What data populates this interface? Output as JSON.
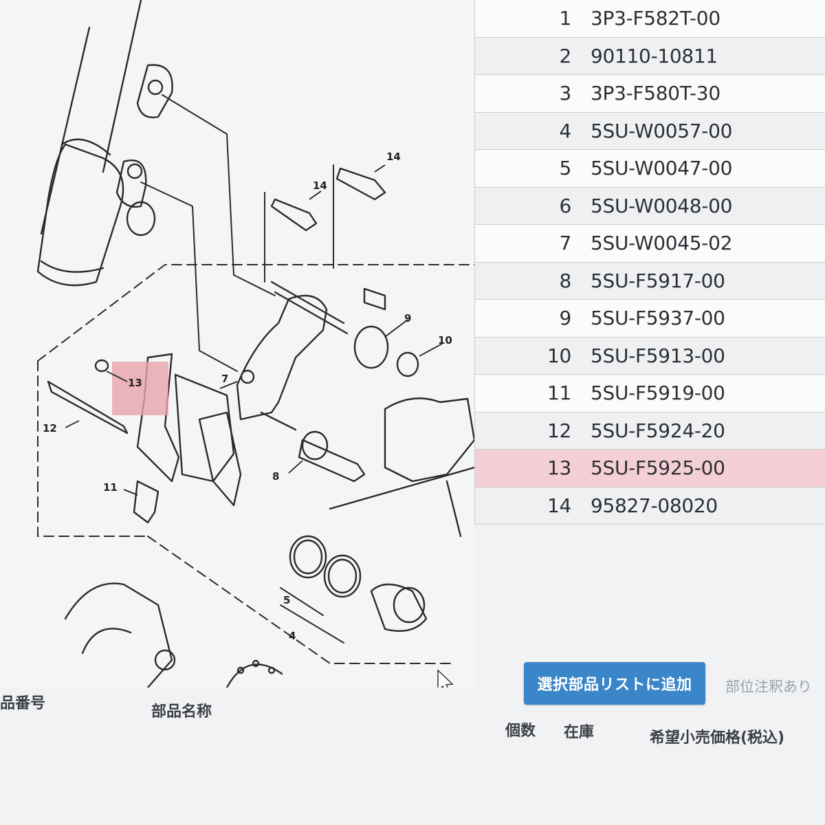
{
  "parts": [
    {
      "ref": "1",
      "part_no": "3P3-F582T-00"
    },
    {
      "ref": "2",
      "part_no": "90110-10811"
    },
    {
      "ref": "3",
      "part_no": "3P3-F580T-30"
    },
    {
      "ref": "4",
      "part_no": "5SU-W0057-00"
    },
    {
      "ref": "5",
      "part_no": "5SU-W0047-00"
    },
    {
      "ref": "6",
      "part_no": "5SU-W0048-00"
    },
    {
      "ref": "7",
      "part_no": "5SU-W0045-02"
    },
    {
      "ref": "8",
      "part_no": "5SU-F5917-00"
    },
    {
      "ref": "9",
      "part_no": "5SU-F5937-00"
    },
    {
      "ref": "10",
      "part_no": "5SU-F5913-00"
    },
    {
      "ref": "11",
      "part_no": "5SU-F5919-00"
    },
    {
      "ref": "12",
      "part_no": "5SU-F5924-20"
    },
    {
      "ref": "13",
      "part_no": "5SU-F5925-00"
    },
    {
      "ref": "14",
      "part_no": "95827-08020"
    }
  ],
  "selected_ref": "13",
  "diagram": {
    "labels": {
      "l4": "4",
      "l5": "5",
      "l7": "7",
      "l8": "8",
      "l9": "9",
      "l10": "10",
      "l11": "11",
      "l12": "12",
      "l13": "13",
      "l14a": "14",
      "l14b": "14"
    }
  },
  "actions": {
    "add_to_list": "選択部品リストに追加",
    "location_note": "部位注釈あり"
  },
  "table_header": {
    "part_number": "品番号",
    "part_name": "部品名称",
    "quantity": "個数",
    "stock": "在庫",
    "price": "希望小売価格(税込)"
  },
  "colors": {
    "button": "#3a86c8",
    "selected_row": "#f5cfd6",
    "highlight_box": "#e8a3ab"
  }
}
